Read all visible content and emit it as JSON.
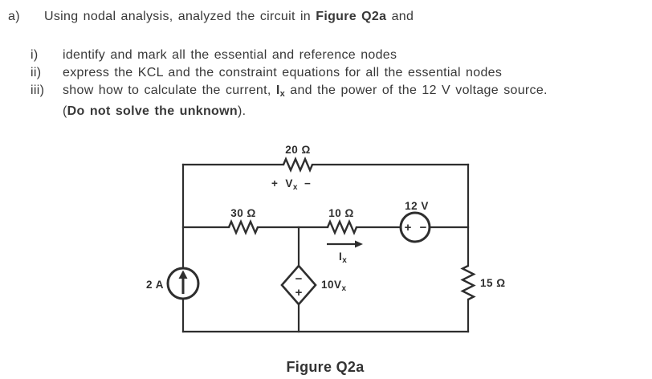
{
  "question": {
    "label": "a)",
    "intro": {
      "pre": "Using nodal analysis, analyzed the circuit in ",
      "bold": "Figure Q2a",
      "post": " and"
    },
    "items": [
      {
        "label": "i)",
        "text": "identify and mark all the essential and reference nodes"
      },
      {
        "label": "ii)",
        "text": "express the KCL and the constraint equations for all the essential nodes"
      }
    ],
    "item3": {
      "label": "iii)",
      "pre": "show how to calculate the current, ",
      "ix_main": "I",
      "ix_sub": "x",
      "post": " and the power of the 12 V voltage source."
    },
    "note": {
      "open": "(",
      "bold": "Do not solve the unknown",
      "close": ")."
    }
  },
  "circuit": {
    "caption": "Figure Q2a",
    "ink_color": "#2e2e2e",
    "resistors": {
      "r20": "20 Ω",
      "r30": "30 Ω",
      "r10": "10 Ω",
      "r15": "15 Ω"
    },
    "sources": {
      "v12": {
        "label": "12 V",
        "plus": "+",
        "minus": "−"
      },
      "i2": {
        "label": "2 A"
      },
      "dep": {
        "label_main": "10V",
        "label_sub": "x",
        "minus": "−",
        "plus": "+"
      }
    },
    "vx_marking": {
      "plus": "+",
      "v": "V",
      "sub": "x",
      "minus": "−"
    },
    "ix_label": {
      "main": "I",
      "sub": "x"
    }
  }
}
